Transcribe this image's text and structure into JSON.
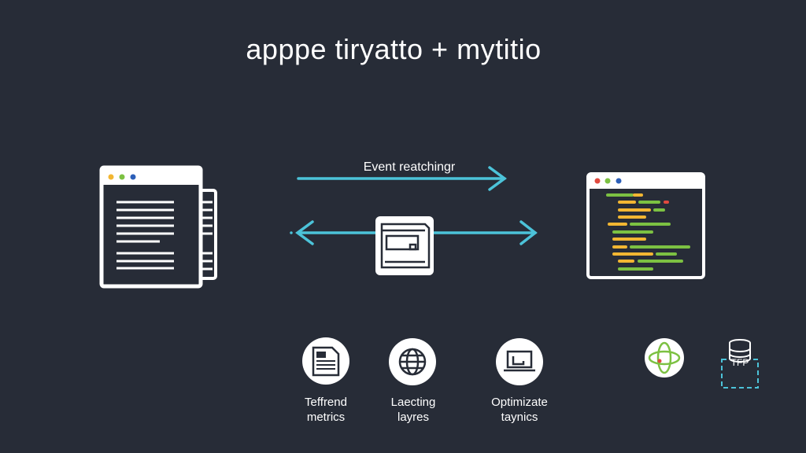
{
  "title": "apppe tiryatto + mytitio",
  "arrow_label": "Event reatchingr",
  "colors": {
    "background": "#272c37",
    "arrow": "#4cc3d9",
    "green": "#7cc142",
    "yellow": "#f2b632",
    "red": "#e04a3f",
    "blue": "#2c5fb8"
  },
  "features": [
    {
      "icon": "document-icon",
      "line1": "Teffrend",
      "line2": "metrics"
    },
    {
      "icon": "globe-icon",
      "line1": "Laecting",
      "line2": "layres"
    },
    {
      "icon": "laptop-icon",
      "line1": "Optimizate",
      "line2": "taynics"
    },
    {
      "icon": "atom-icon"
    },
    {
      "icon": "database-icon",
      "text": "TFP"
    }
  ]
}
